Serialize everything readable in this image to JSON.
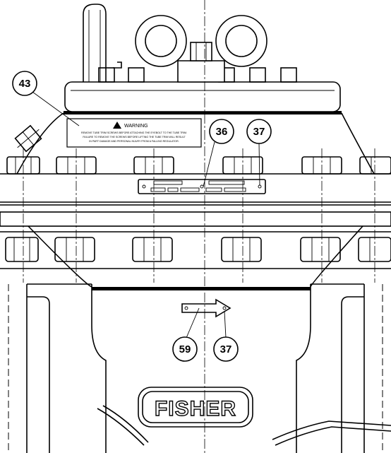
{
  "callouts": [
    {
      "id": "c43",
      "label": "43"
    },
    {
      "id": "c36",
      "label": "36"
    },
    {
      "id": "c37a",
      "label": "37"
    },
    {
      "id": "c59",
      "label": "59"
    },
    {
      "id": "c37b",
      "label": "37"
    }
  ],
  "warning_label": {
    "title": "WARNING",
    "lines": [
      "REMOVE TUBE TRIM SCREWS BEFORE ATTACHING THE EYEBOLT TO THE TUBE TRIM.",
      "FAILURE TO REMOVE THE SCREWS BEFORE LIFTING THE TUBE TRIM WILL RESULT",
      "IN PART DAMAGE AND PERSONAL INJURY FROM A FALLING REGULATOR."
    ]
  },
  "brand": {
    "name": "FISHER"
  }
}
